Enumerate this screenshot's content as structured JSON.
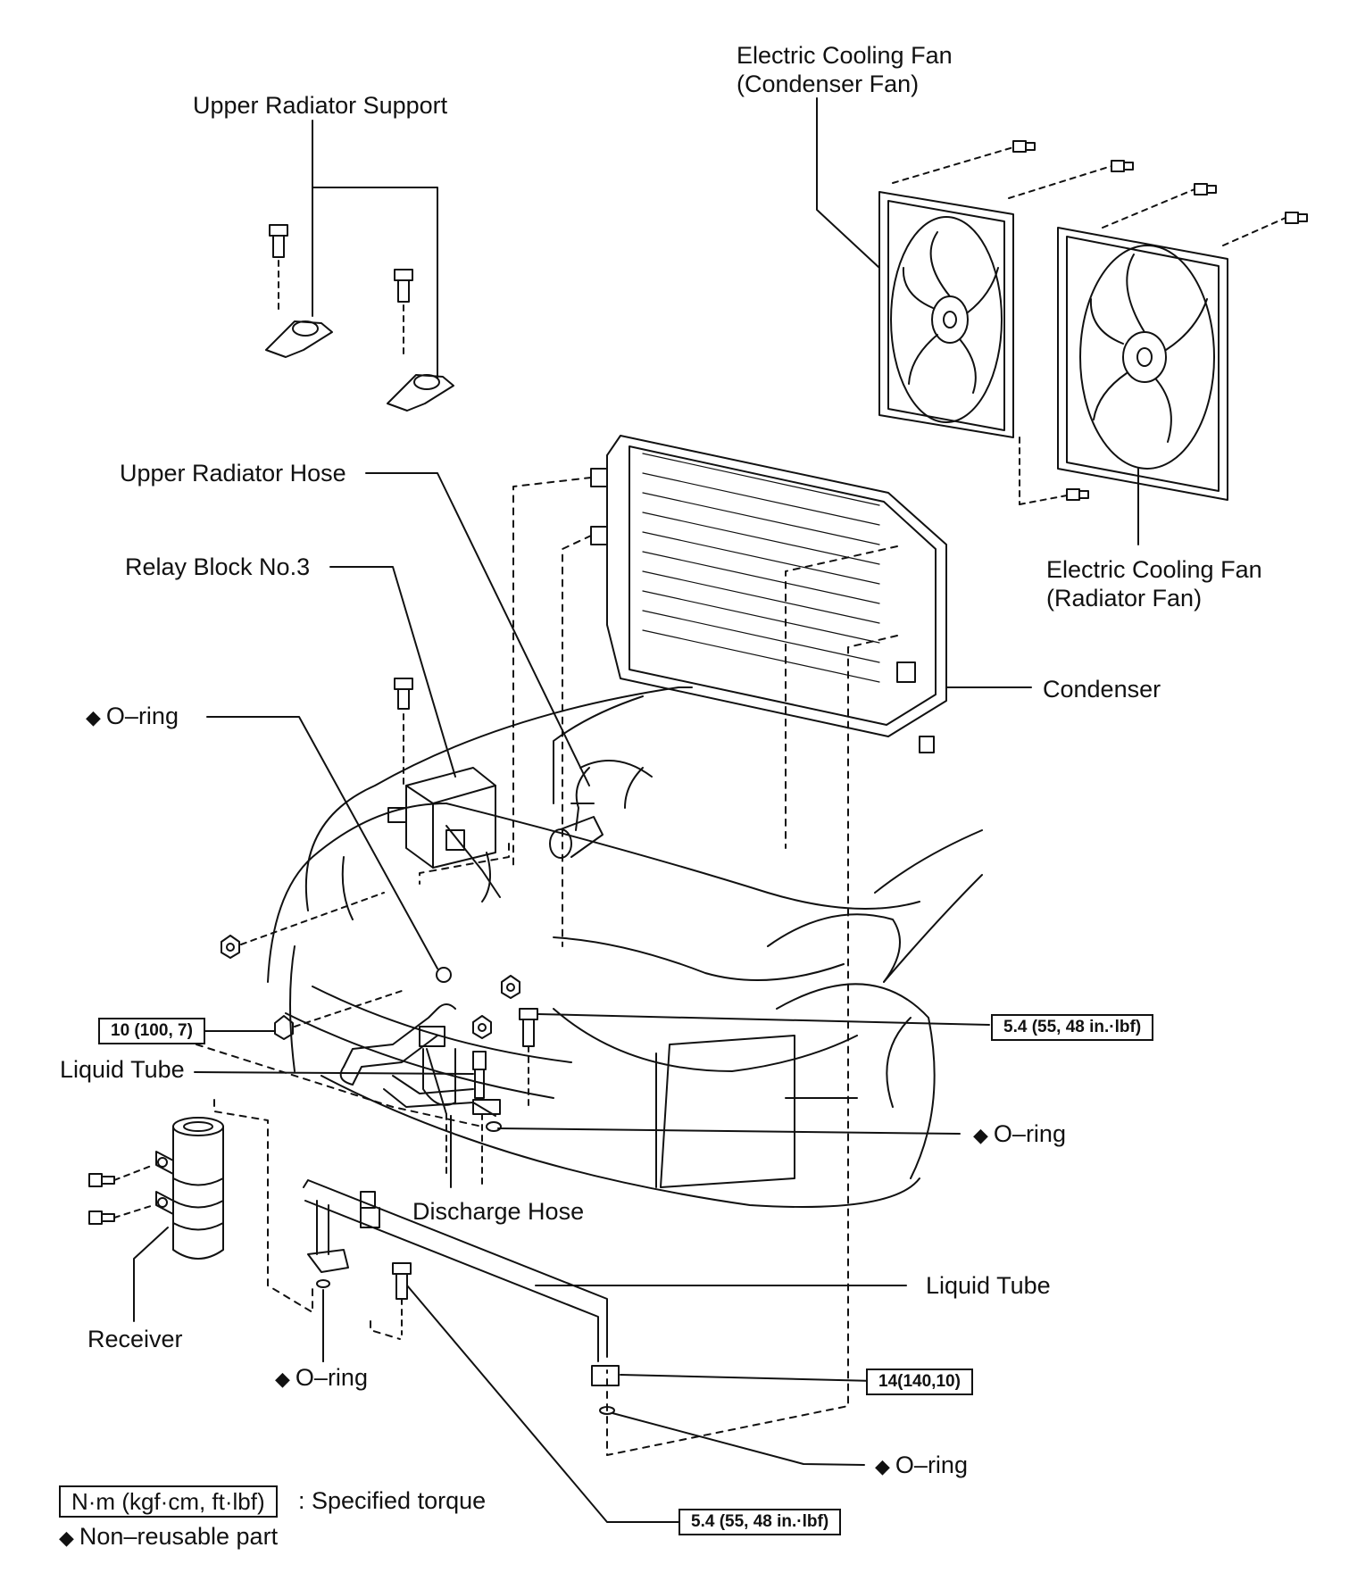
{
  "labels": {
    "upper_radiator_support": "Upper Radiator Support",
    "cooling_fan_condenser_l1": "Electric Cooling Fan",
    "cooling_fan_condenser_l2": "(Condenser Fan)",
    "upper_radiator_hose": "Upper Radiator Hose",
    "relay_block": "Relay Block No.3",
    "cooling_fan_radiator_l1": "Electric Cooling Fan",
    "cooling_fan_radiator_l2": "(Radiator Fan)",
    "condenser": "Condenser",
    "o_ring": "O–ring",
    "liquid_tube": "Liquid Tube",
    "discharge_hose": "Discharge Hose",
    "receiver": "Receiver"
  },
  "torques": {
    "t1": "10 (100, 7)",
    "t2": "5.4 (55, 48 in.·lbf)",
    "t3": "14(140,10)",
    "t4": "5.4 (55, 48 in.·lbf)"
  },
  "legend": {
    "unit": "N·m (kgf·cm, ft·lbf)",
    "unit_desc": ": Specified torque",
    "diamond": "◆",
    "nonreusable": "Non–reusable part"
  }
}
